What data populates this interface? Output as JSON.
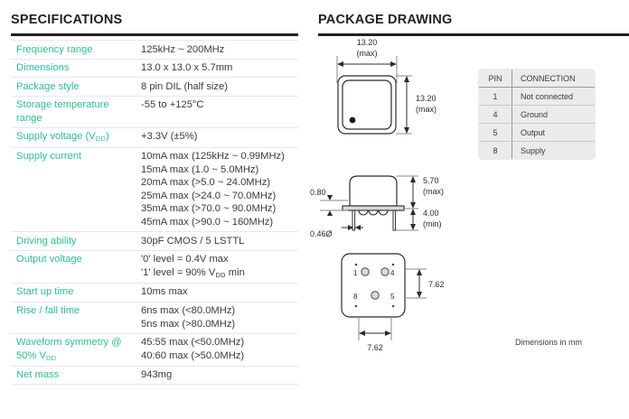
{
  "specifications": {
    "heading": "SPECIFICATIONS",
    "rows": [
      {
        "label": "Frequency range",
        "label_sub": "",
        "values": [
          "125kHz ~ 200MHz"
        ]
      },
      {
        "label": "Dimensions",
        "label_sub": "",
        "values": [
          "13.0 x 13.0 x 5.7mm"
        ]
      },
      {
        "label": "Package style",
        "label_sub": "",
        "values": [
          "8 pin DIL (half size)"
        ]
      },
      {
        "label": "Storage temperature range",
        "label_sub": "",
        "values": [
          "-55 to +125°C"
        ]
      },
      {
        "label": "Supply voltage (V",
        "label_sub": "DD",
        "label_tail": ")",
        "values": [
          "+3.3V (±5%)"
        ]
      },
      {
        "label": "Supply current",
        "label_sub": "",
        "values": [
          "10mA max (125kHz ~ 0.99MHz)",
          "15mA max (1.0 ~ 5.0MHz)",
          "20mA max (>5.0 ~ 24.0MHz)",
          "25mA max (>24.0 ~ 70.0MHz)",
          "35mA max (>70.0 ~ 90.0MHz)",
          "45mA max (>90.0 ~ 160MHz)"
        ]
      },
      {
        "label": "Driving ability",
        "label_sub": "",
        "values": [
          "30pF CMOS / 5 LSTTL"
        ]
      },
      {
        "label": "Output voltage",
        "label_sub": "",
        "values": [
          "'0' level = 0.4V max",
          "'1' level = 90% VDD min"
        ]
      },
      {
        "label": "Start up time",
        "label_sub": "",
        "values": [
          "10ms max"
        ]
      },
      {
        "label": "Rise / fall time",
        "label_sub": "",
        "values": [
          "6ns max (<80.0MHz)",
          "5ns max (>80.0MHz)"
        ]
      },
      {
        "label": "Waveform symmetry @ 50% VDD",
        "label_sub": "",
        "values": [
          "45:55 max (<50.0MHz)",
          "40:60 max (>50.0MHz)"
        ]
      },
      {
        "label": "Net mass",
        "label_sub": "",
        "values": [
          "943mg"
        ]
      }
    ]
  },
  "package_drawing": {
    "heading": "PACKAGE DRAWING",
    "note": "Dimensions in mm",
    "top_view": {
      "width_dim": "13.20",
      "width_qualifier": "(max)",
      "height_dim": "13.20",
      "height_qualifier": "(max)"
    },
    "side_view": {
      "seat_height": "0.80",
      "lead_diameter": "0.46Ø",
      "body_height": "5.70",
      "body_qualifier": "(max)",
      "stand_off": "4.00",
      "stand_off_qualifier": "(min)"
    },
    "bottom_view": {
      "pin_labels": [
        "1",
        "4",
        "8",
        "5"
      ],
      "vertical_pitch": "7.62",
      "horizontal_pitch": "7.62"
    },
    "pin_table": {
      "headers": [
        "PIN",
        "CONNECTION"
      ],
      "rows": [
        {
          "pin": "1",
          "connection": "Not connected"
        },
        {
          "pin": "4",
          "connection": "Ground"
        },
        {
          "pin": "5",
          "connection": "Output"
        },
        {
          "pin": "8",
          "connection": "Supply"
        }
      ]
    }
  },
  "colors": {
    "label_green": "#2ebd9a",
    "heading_dark": "#231f20",
    "value_dark": "#3a3a3a",
    "table_fill": "#ebebeb"
  }
}
